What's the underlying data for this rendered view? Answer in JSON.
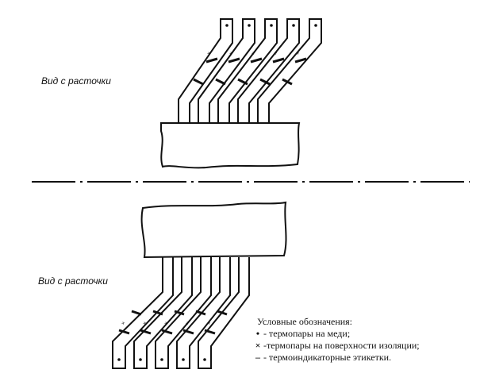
{
  "labels": {
    "top_view": "Вид с расточки",
    "bottom_view": "Вид с расточки"
  },
  "legend": {
    "title": "Условные обозначения:",
    "items": [
      {
        "symbol": "•",
        "text": "- термопары на меди;"
      },
      {
        "symbol": "×",
        "text": "-термопары на поверхности изоляции;"
      },
      {
        "symbol": "–",
        "text": "- термоиндикаторные этикетки."
      }
    ]
  }
}
